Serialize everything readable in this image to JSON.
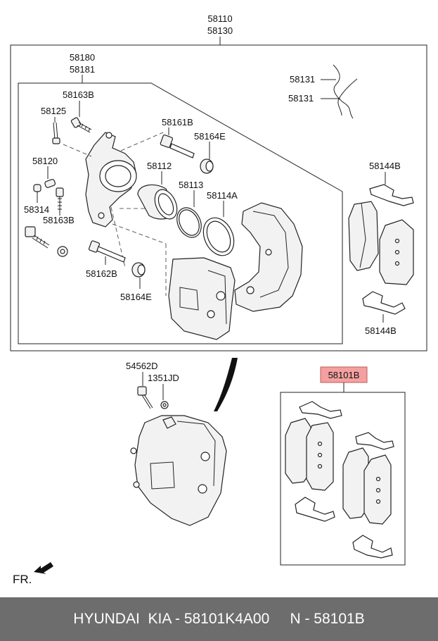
{
  "labels": {
    "assembly_a": "58110",
    "assembly_b": "58130",
    "caliper_a": "58180",
    "caliper_b": "58181",
    "spring_a": "58131",
    "spring_b": "58131",
    "bolt_top": "58163B",
    "bleeder": "58125",
    "guide_pin": "58161B",
    "boot_top": "58164E",
    "cap": "58120",
    "piston": "58112",
    "seal": "58113",
    "piston_boot": "58114A",
    "bleeder_cap": "58314",
    "bolt_mid": "58163B",
    "clip_top": "58144B",
    "guide_pin_lower": "58162B",
    "boot_lower": "58164E",
    "clip_bottom": "58144B",
    "bolt_caliper": "54562D",
    "washer": "1351JD",
    "pad_kit": "58101B"
  },
  "colors": {
    "highlight_fill": "#f4a0a0",
    "footer_bg": "#6d6d6d"
  },
  "front_indicator": "FR.",
  "footer_text": "HYUNDAI  KIA - 58101K4A00     N - 58101B"
}
